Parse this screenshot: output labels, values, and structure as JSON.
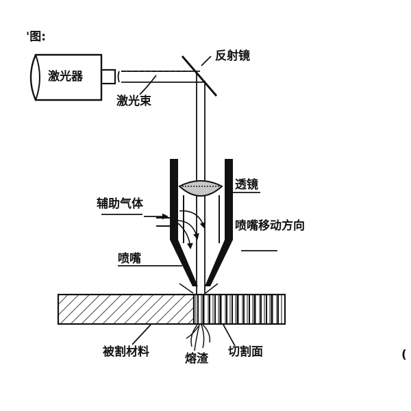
{
  "labels": {
    "top_fragment": "'图:",
    "laser": "激光器",
    "mirror": "反射镜",
    "laser_beam": "激光束",
    "lens": "透镜",
    "assist_gas": "辅助气体",
    "nozzle_move": "喷嘴移动方向",
    "nozzle": "喷嘴",
    "material": "被割材料",
    "slag": "熔渣",
    "cut_surface": "切割面",
    "right_fragment": "("
  },
  "colors": {
    "ink": "#111111",
    "paper": "#ffffff",
    "lens_fill": "#c8c8c8"
  }
}
